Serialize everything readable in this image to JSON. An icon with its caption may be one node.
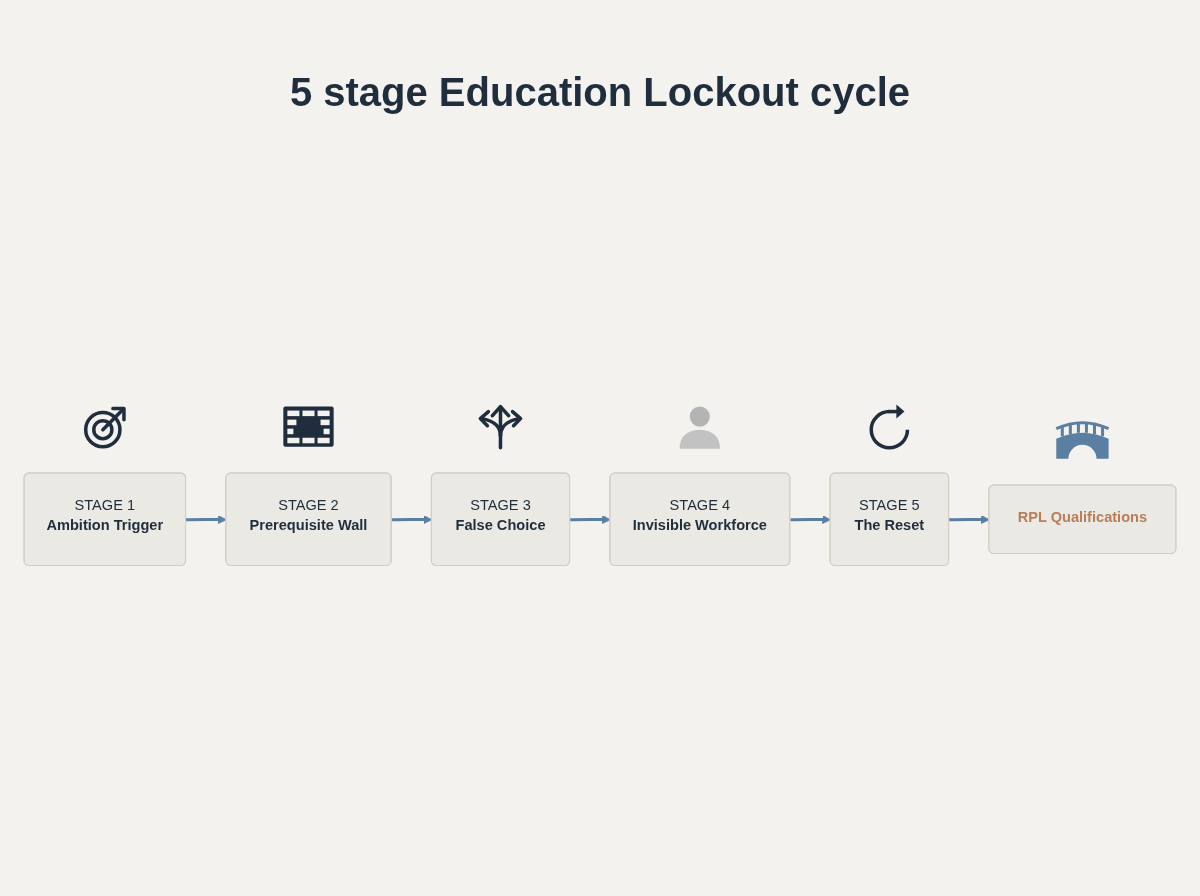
{
  "diagram": {
    "title": "5 stage Education Lockout cycle",
    "nodes": [
      {
        "text": [
          "RPL Qualifications"
        ]
      },
      {
        "text": [
          "STAGE 1",
          "Ambition Trigger"
        ]
      },
      {
        "text": [
          "STAGE 2",
          "Prerequisite Wall"
        ]
      },
      {
        "text": [
          "STAGE 3",
          "False Choice"
        ]
      },
      {
        "text": [
          "STAGE 4",
          "Invisible Workforce"
        ]
      },
      {
        "text": [
          "STAGE 5",
          "The Reset"
        ]
      }
    ],
    "edges": [
      {
        "from": 1,
        "to": 2,
        "arrow": "to"
      },
      {
        "from": 2,
        "to": 3,
        "arrow": "to"
      },
      {
        "from": 3,
        "to": 4,
        "arrow": "to"
      },
      {
        "from": 4,
        "to": 5,
        "arrow": "to"
      },
      {
        "from": 5,
        "to": 0,
        "arrow": "to"
      }
    ]
  }
}
